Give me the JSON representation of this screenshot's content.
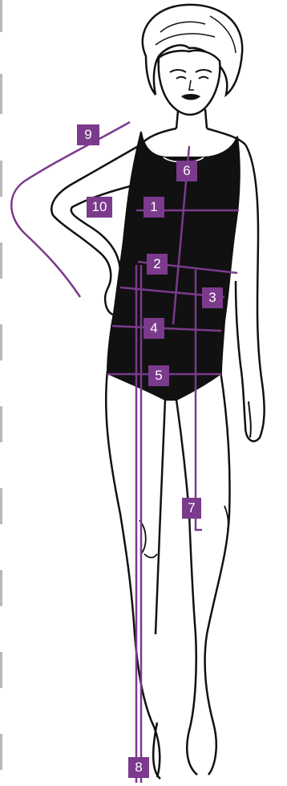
{
  "diagram": {
    "accent": "#7b3a8c",
    "outline": "#111111",
    "garment": "#111111",
    "markers": [
      {
        "label": "1"
      },
      {
        "label": "2"
      },
      {
        "label": "3"
      },
      {
        "label": "4"
      },
      {
        "label": "5"
      },
      {
        "label": "6"
      },
      {
        "label": "7"
      },
      {
        "label": "8"
      },
      {
        "label": "9"
      },
      {
        "label": "10"
      }
    ]
  }
}
